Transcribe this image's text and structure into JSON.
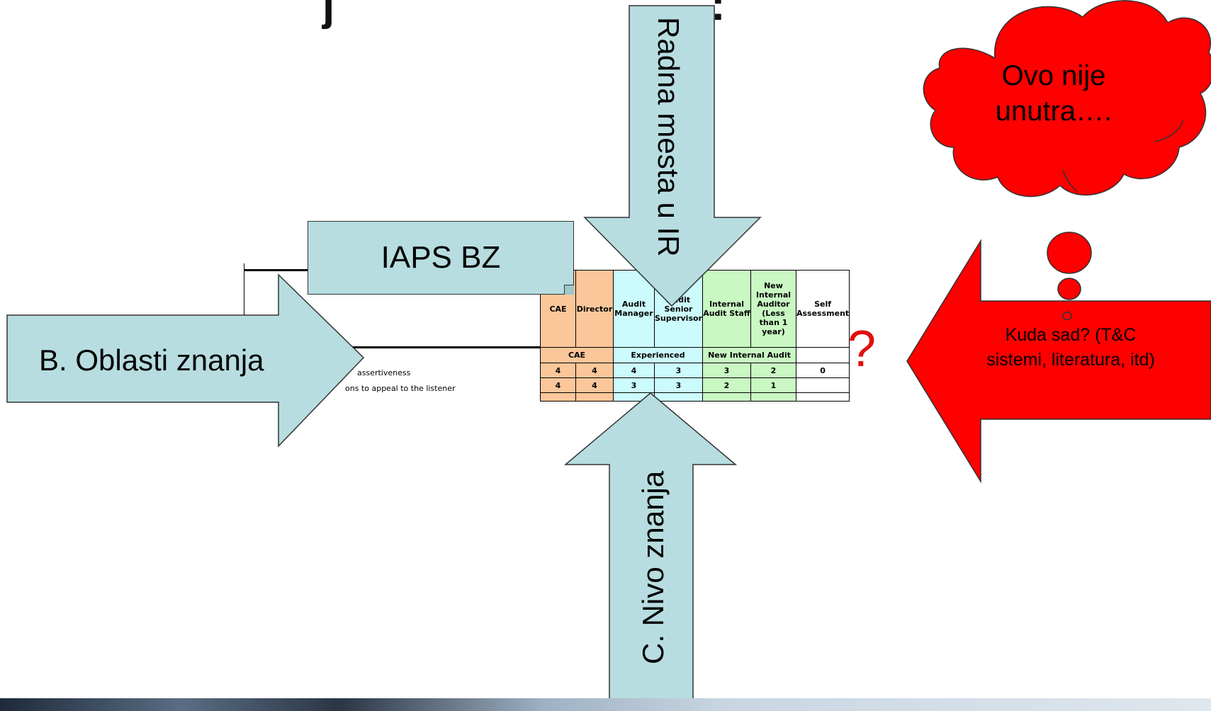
{
  "title_fragment_left": "j",
  "title_fragment_right": ":",
  "callouts": {
    "iaps": "IAPS BZ",
    "oblasti": "B. Oblasti znanja",
    "radna_mesta": "Radna mesta u IR",
    "nivo": "C. Nivo znanja",
    "cloud": "Ovo nije unutra….",
    "kuda": "Kuda sad? (T&C sistemi, literatura, itd)",
    "question": "?"
  },
  "table": {
    "headers": [
      "CAE",
      "Director",
      "Audit Manager",
      "Audit Senior Supervisor",
      "Internal Audit Staff",
      "New Internal Auditor (Less than 1 year)",
      "Self Assessment"
    ],
    "groups": [
      "CAE",
      "Experienced",
      "New Internal Audit",
      ""
    ],
    "rows": [
      {
        "label": "assertiveness",
        "values": [
          "4",
          "4",
          "4",
          "3",
          "3",
          "2",
          "0"
        ]
      },
      {
        "label": "ons to appeal to the listener",
        "values": [
          "4",
          "4",
          "3",
          "3",
          "2",
          "1",
          ""
        ]
      }
    ]
  },
  "colors": {
    "callout_fill": "#b7dde0",
    "red_arrow": "#ff0000",
    "question_mark": "#e01010",
    "cae_col": "#fbc79a",
    "experienced_col": "#ccfbfd",
    "new_audit_col": "#c9f8c3"
  }
}
